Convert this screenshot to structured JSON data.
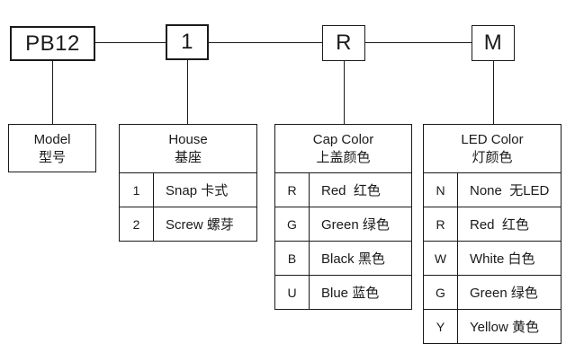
{
  "colors": {
    "line": "#1a1a1a",
    "background": "#ffffff",
    "text": "#1a1a1a"
  },
  "code_boxes": {
    "model": "PB12",
    "house": "1",
    "cap_color": "R",
    "led_color": "M"
  },
  "tables": {
    "model": {
      "title_en": "Model",
      "title_zh": "型号"
    },
    "house": {
      "title_en": "House",
      "title_zh": "基座",
      "rows": [
        {
          "key": "1",
          "value": "Snap 卡式"
        },
        {
          "key": "2",
          "value": "Screw 螺芽"
        }
      ]
    },
    "cap_color": {
      "title_en": "Cap Color",
      "title_zh": "上盖颜色",
      "rows": [
        {
          "key": "R",
          "value": "Red  红色"
        },
        {
          "key": "G",
          "value": "Green 绿色"
        },
        {
          "key": "B",
          "value": "Black 黑色"
        },
        {
          "key": "U",
          "value": "Blue 蓝色"
        }
      ]
    },
    "led_color": {
      "title_en": "LED Color",
      "title_zh": "灯颜色",
      "rows": [
        {
          "key": "N",
          "value": "None  无LED"
        },
        {
          "key": "R",
          "value": "Red  红色"
        },
        {
          "key": "W",
          "value": "White 白色"
        },
        {
          "key": "G",
          "value": "Green 绿色"
        },
        {
          "key": "Y",
          "value": "Yellow 黄色"
        }
      ]
    }
  }
}
